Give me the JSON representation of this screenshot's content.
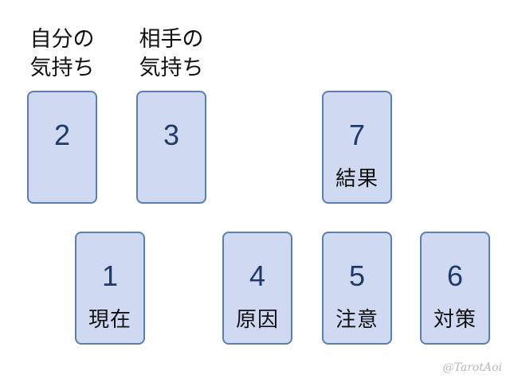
{
  "top_labels": {
    "card_2": {
      "line1": "自分の",
      "line2": "気持ち"
    },
    "card_3": {
      "line1": "相手の",
      "line2": "気持ち"
    }
  },
  "cards": {
    "c1": {
      "number": "1",
      "label": "現在"
    },
    "c2": {
      "number": "2",
      "label": ""
    },
    "c3": {
      "number": "3",
      "label": ""
    },
    "c4": {
      "number": "4",
      "label": "原因"
    },
    "c5": {
      "number": "5",
      "label": "注意"
    },
    "c6": {
      "number": "6",
      "label": "対策"
    },
    "c7": {
      "number": "7",
      "label": "結果"
    }
  },
  "watermark": "@TarotAoi",
  "colors": {
    "card_fill": "#cfd9f1",
    "card_border": "#5b7fb0",
    "number_text": "#1f3a68",
    "watermark_text": "#b8b8b8"
  }
}
